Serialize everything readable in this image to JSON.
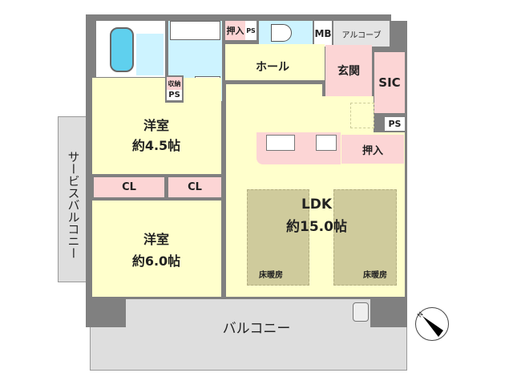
{
  "rooms": {
    "western_room_1": {
      "name": "洋室",
      "size": "約4.5帖"
    },
    "western_room_2": {
      "name": "洋室",
      "size": "約6.0帖"
    },
    "ldk": {
      "name": "LDK",
      "size": "約15.0帖"
    },
    "hall": "ホール",
    "entrance": "玄関",
    "sic": "SIC",
    "mb": "MB",
    "alcove": "アルコーブ",
    "closet_top": "押入",
    "closet_ldk": "押入",
    "storage": "収納",
    "ps_labels": [
      "PS",
      "PS",
      "PS"
    ],
    "cl_labels": [
      "CL",
      "CL"
    ],
    "floor_heating": [
      "床暖房",
      "床暖房"
    ],
    "balcony": "バルコニー",
    "service_balcony": "サービスバルコニー"
  },
  "compass": {
    "north_label": "N"
  },
  "colors": {
    "wall": "#808080",
    "room": "#ffffcc",
    "storage": "#fcd5d5",
    "wet_area": "#cdf3ff",
    "balcony": "#dedede",
    "floor_heating": "#cfcb9c"
  }
}
